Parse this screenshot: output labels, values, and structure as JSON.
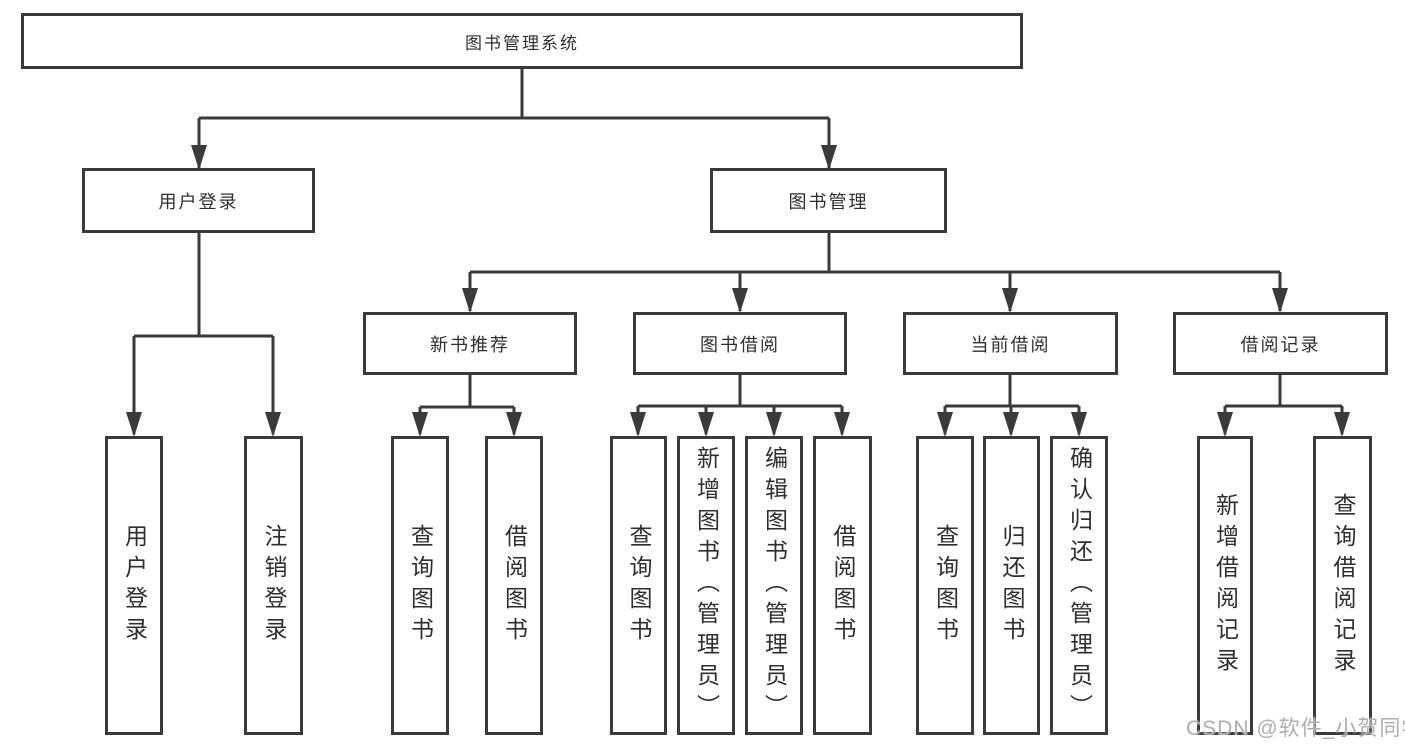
{
  "diagram": {
    "title": "图书管理系统",
    "level2": [
      {
        "label": "用户登录"
      },
      {
        "label": "图书管理"
      }
    ],
    "level3": [
      {
        "label": "新书推荐",
        "parent": "图书管理"
      },
      {
        "label": "图书借阅",
        "parent": "图书管理"
      },
      {
        "label": "当前借阅",
        "parent": "图书管理"
      },
      {
        "label": "借阅记录",
        "parent": "图书管理"
      }
    ],
    "leaves": [
      {
        "label": "用户登录",
        "parent": "用户登录"
      },
      {
        "label": "注销登录",
        "parent": "用户登录"
      },
      {
        "label": "查询图书",
        "parent": "新书推荐"
      },
      {
        "label": "借阅图书",
        "parent": "新书推荐"
      },
      {
        "label": "查询图书",
        "parent": "图书借阅"
      },
      {
        "label": "新增图书（管理员）",
        "parent": "图书借阅"
      },
      {
        "label": "编辑图书（管理员）",
        "parent": "图书借阅"
      },
      {
        "label": "借阅图书",
        "parent": "图书借阅"
      },
      {
        "label": "查询图书",
        "parent": "当前借阅"
      },
      {
        "label": "归还图书",
        "parent": "当前借阅"
      },
      {
        "label": "确认归还（管理员）",
        "parent": "当前借阅"
      },
      {
        "label": "新增借阅记录",
        "parent": "借阅记录"
      },
      {
        "label": "查询借阅记录",
        "parent": "借阅记录"
      }
    ],
    "colors": {
      "line": "#3a3a3a",
      "text": "#2f2f2f",
      "background": "#ffffff",
      "watermark": "#adadad"
    }
  },
  "watermark": {
    "text": "CSDN @软件_小贺同学"
  }
}
